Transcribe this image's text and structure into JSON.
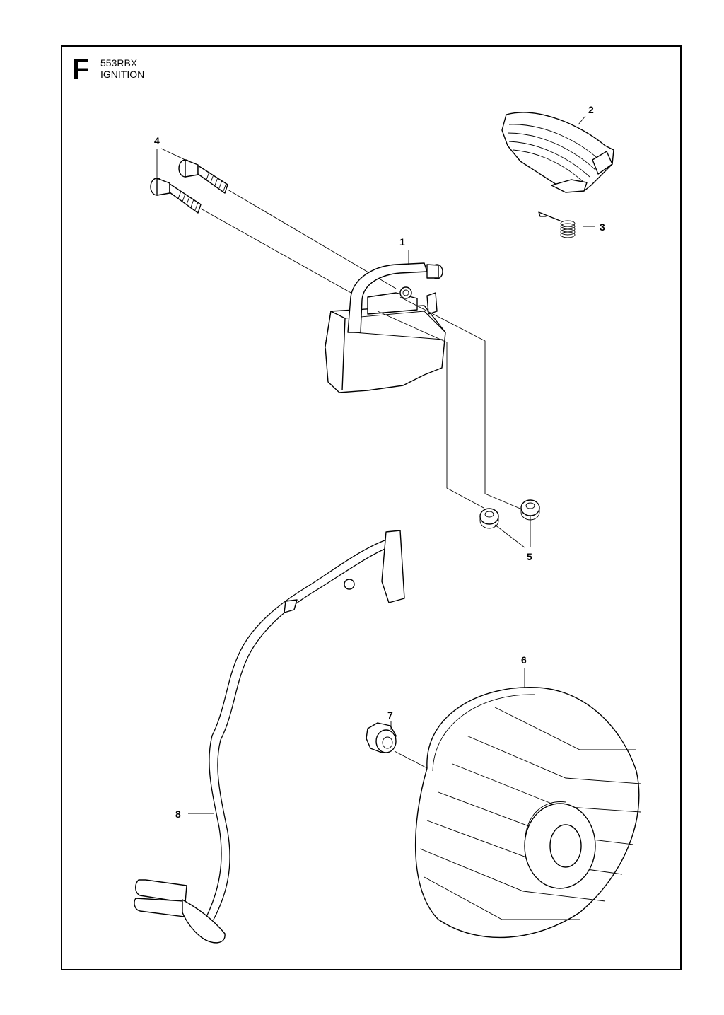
{
  "header": {
    "section_letter": "F",
    "model": "553RBX",
    "title": "IGNITION"
  },
  "callouts": {
    "c1": "1",
    "c2": "2",
    "c3": "3",
    "c4": "4",
    "c5": "5",
    "c6": "6",
    "c7": "7",
    "c8": "8"
  }
}
